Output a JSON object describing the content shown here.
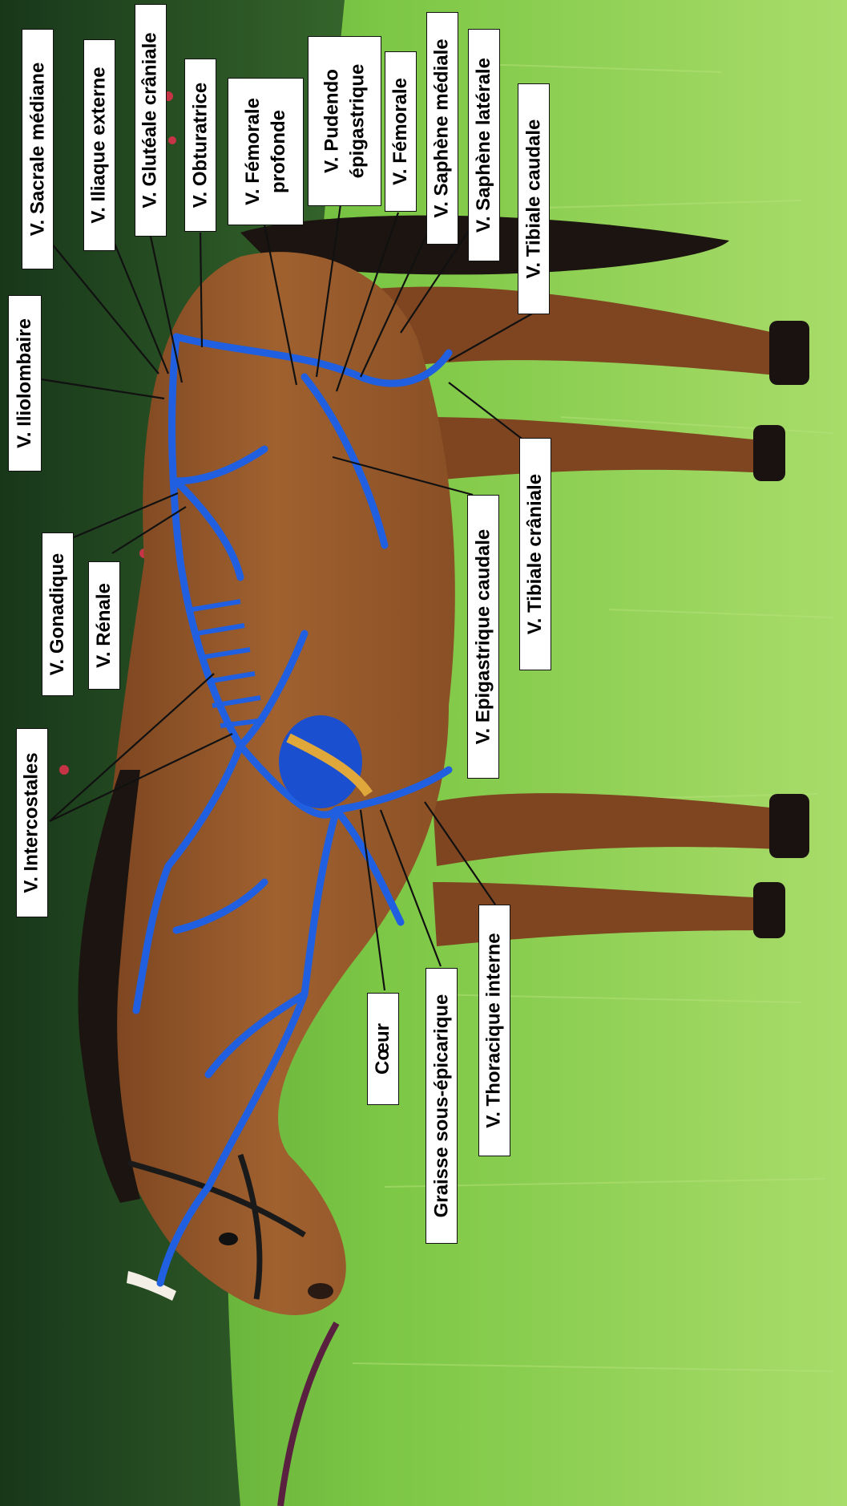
{
  "colors": {
    "grass_light": "#9bd25a",
    "grass_mid": "#6fbe3c",
    "grass_dark": "#3f8f2a",
    "foliage_dark": "#1f4a1c",
    "foliage_mid": "#3d6e2e",
    "coat": "#9a5a2c",
    "coat_dark": "#6e3d1c",
    "mane_tail": "#1c1410",
    "vein_blue": "#1f5fe0",
    "heart_blue": "#1a4fd0",
    "heart_fat": "#e0a83a",
    "label_bg": "#ffffff",
    "leader_line": "#111111"
  },
  "labels": {
    "sacrale_mediane": "V. Sacrale médiane",
    "iliaque_externe": "V. Iliaque externe",
    "gluteale_craniale": "V. Glutéale crâniale",
    "obturatrice": "V. Obturatrice",
    "femorale_profonde": "V. Fémorale\nprofonde",
    "pudendo_epigastrique": "V. Pudendo\népigastrique",
    "femorale": "V. Fémorale",
    "saphene_mediale": "V. Saphène médiale",
    "saphene_laterale": "V. Saphène latérale",
    "tibiale_caudale": "V. Tibiale caudale",
    "iliolombaire": "V. Iliolombaire",
    "gonadique": "V. Gonadique",
    "renale": "V. Rénale",
    "epigastrique_caudale": "V. Epigastrique caudale",
    "tibiale_craniale": "V. Tibiale crâniale",
    "intercostales": "V. Intercostales",
    "coeur": "Cœur",
    "graisse_sous_epicarique": "Graisse sous-épicarique",
    "thoracique_interne": "V. Thoracique interne"
  }
}
